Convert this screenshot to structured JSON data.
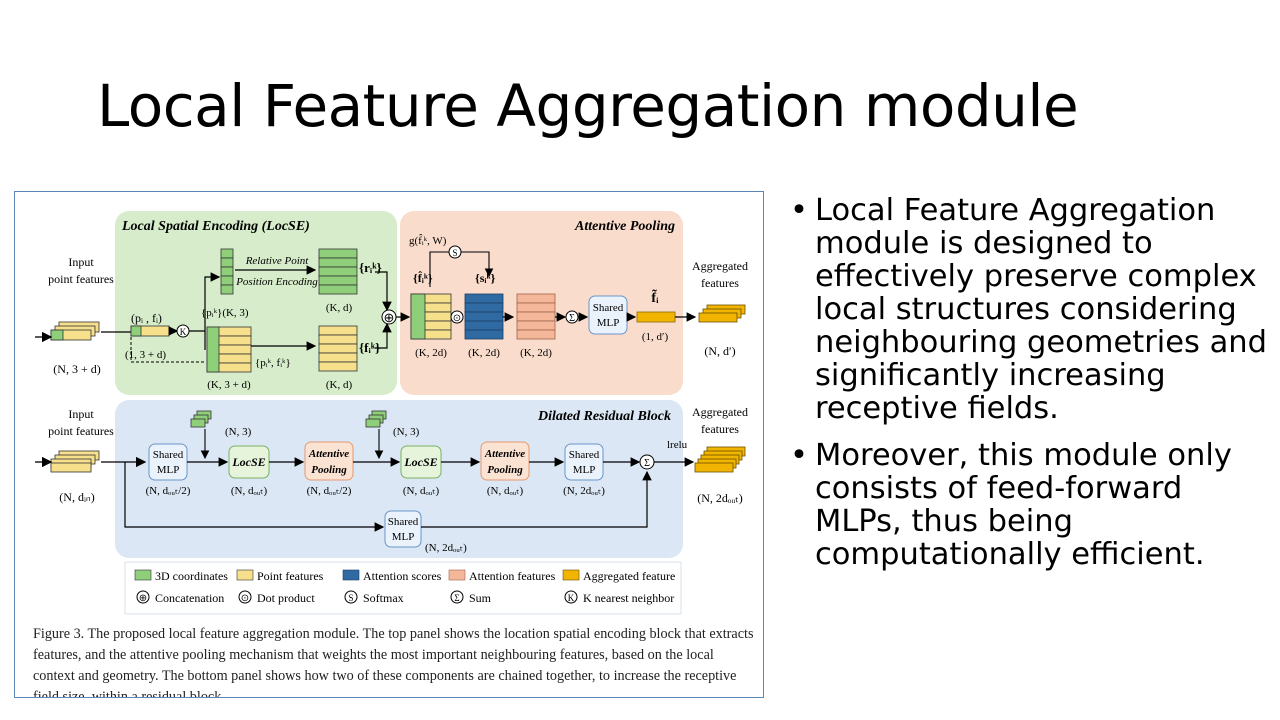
{
  "slide": {
    "title": "Local Feature Aggregation module",
    "bullet_glyph": "•",
    "bullets": [
      "Local Feature Aggregation module is designed to effectively preserve complex local structures considering neighbouring geometries and significantly increasing receptive fields.",
      "Moreover, this module only consists of feed-forward MLPs, thus being computationally efficient."
    ]
  },
  "figure": {
    "top": {
      "locse_title": "Local Spatial Encoding (LocSE)",
      "attn_title": "Attentive Pooling",
      "input_label_1": "Input",
      "input_label_2": "point features",
      "input_dim": "(N, 3 + d)",
      "pi_fi": "(pᵢ , fᵢ)",
      "pi_fi_dim": "(1, 3 + d)",
      "knn": "K",
      "pik_dim": "{pᵢᵏ}(K, 3)",
      "rel_pos_1": "Relative Point",
      "rel_pos_2": "Position Encoding",
      "rik": "{rᵢᵏ}",
      "rik_dim": "(K, d)",
      "pf_set": "{pᵢᵏ, fᵢᵏ}",
      "pf_dim": "(K, 3 + d)",
      "fik": "{fᵢᵏ}",
      "fik_dim": "(K, d)",
      "concat": "⊕",
      "g_func": "g(f̂ᵢᵏ, W)",
      "softmax": "S",
      "fhat": "{f̂ᵢᵏ}",
      "fhat_dim": "(K, 2d)",
      "dot": "⊙",
      "sik": "{sᵢᵏ}",
      "sik_dim": "(K, 2d)",
      "att_dim": "(K, 2d)",
      "sum": "Σ",
      "mlp_1": "Shared",
      "mlp_2": "MLP",
      "ftilde": "f̃ᵢ",
      "ftilde_dim": "(1, d′)",
      "agg_1": "Aggregated",
      "agg_2": "features",
      "agg_dim": "(N, d′)"
    },
    "bottom": {
      "drb_title": "Dilated Residual Block",
      "input_label_1": "Input",
      "input_label_2": "point features",
      "input_dim": "(N, dᵢₙ)",
      "mlp1_1": "Shared",
      "mlp1_2": "MLP",
      "mlp1_dim": "(N, dₒᵤₜ/2)",
      "coord_dim_1": "(N, 3)",
      "locse1": "LocSE",
      "locse1_dim": "(N, dₒᵤₜ)",
      "pool1_1": "Attentive",
      "pool1_2": "Pooling",
      "pool1_dim": "(N, dₒᵤₜ/2)",
      "coord_dim_2": "(N, 3)",
      "locse2": "LocSE",
      "locse2_dim": "(N, dₒᵤₜ)",
      "pool2_1": "Attentive",
      "pool2_2": "Pooling",
      "pool2_dim": "(N, dₒᵤₜ)",
      "mlp2_1": "Shared",
      "mlp2_2": "MLP",
      "mlp2_dim": "(N, 2dₒᵤₜ)",
      "sum": "Σ",
      "lrelu": "lrelu",
      "agg_1": "Aggregated",
      "agg_2": "features",
      "agg_dim": "(N, 2dₒᵤₜ)",
      "res_mlp_1": "Shared",
      "res_mlp_2": "MLP",
      "res_dim": "(N, 2dₒᵤₜ)"
    },
    "legend": {
      "coords": "3D coordinates",
      "point_feat": "Point features",
      "attn_scores": "Attention scores",
      "attn_feat": "Attention features",
      "agg_feat": "Aggregated feature",
      "concat": "Concatenation",
      "dot": "Dot product",
      "softmax": "Softmax",
      "sum": "Sum",
      "knn": "K nearest neighbor",
      "sym_concat": "⊕",
      "sym_dot": "⊙",
      "sym_softmax": "S",
      "sym_sum": "Σ",
      "sym_knn": "K"
    },
    "caption": "Figure 3. The proposed local feature aggregation module. The top panel shows the location spatial encoding block that extracts features, and the attentive pooling mechanism that weights the most important neighbouring features, based on the local context and geometry. The bottom panel shows how two of these components are chained together, to increase the receptive field size, within a residual block."
  },
  "colors": {
    "coords_green": "#8fcf7a",
    "point_yellow": "#f7e08c",
    "attn_blue": "#2f6aa3",
    "attn_salmon": "#f4b79a",
    "agg_orange": "#f1b400",
    "locse_bg": "#d6ecca",
    "attn_bg": "#f9dccb",
    "drb_bg": "#dbe7f4"
  }
}
